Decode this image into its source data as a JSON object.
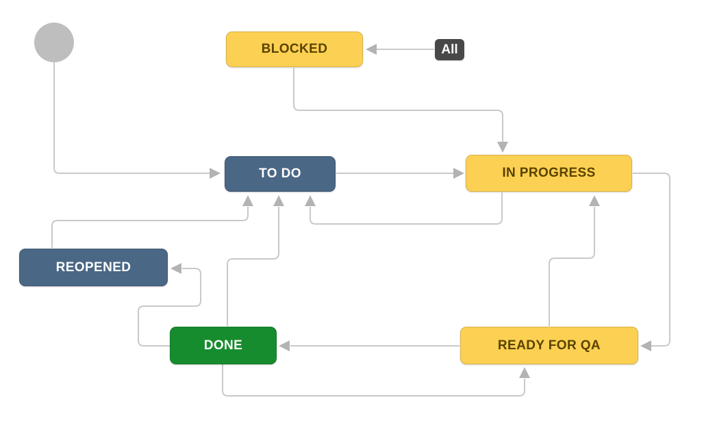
{
  "workflow": {
    "statuses": {
      "blocked": {
        "label": "BLOCKED",
        "fill": "#FCD052",
        "text_color": "#594300"
      },
      "todo": {
        "label": "TO DO",
        "fill": "#4A6785",
        "text_color": "#FFFFFF"
      },
      "in_progress": {
        "label": "IN PROGRESS",
        "fill": "#FCD052",
        "text_color": "#594300"
      },
      "reopened": {
        "label": "REOPENED",
        "fill": "#4A6785",
        "text_color": "#FFFFFF"
      },
      "done": {
        "label": "DONE",
        "fill": "#168C2E",
        "text_color": "#FFFFFF"
      },
      "ready_for_qa": {
        "label": "READY FOR QA",
        "fill": "#FCD052",
        "text_color": "#594300"
      }
    },
    "global_transition_badge": {
      "label": "All",
      "fill": "#484848",
      "text_color": "#FFFFFF"
    },
    "colors": {
      "connector": "#C9C9C9",
      "arrowhead": "#B3B3B3",
      "start_node": "#BEBEBE",
      "background": "#FFFFFF"
    },
    "transitions": [
      {
        "from": "start",
        "to": "todo"
      },
      {
        "from": "all",
        "to": "blocked"
      },
      {
        "from": "blocked",
        "to": "in_progress"
      },
      {
        "from": "todo",
        "to": "in_progress"
      },
      {
        "from": "in_progress",
        "to": "todo"
      },
      {
        "from": "reopened",
        "to": "todo"
      },
      {
        "from": "done",
        "to": "todo"
      },
      {
        "from": "ready_for_qa",
        "to": "in_progress"
      },
      {
        "from": "in_progress",
        "to": "ready_for_qa"
      },
      {
        "from": "ready_for_qa",
        "to": "done"
      },
      {
        "from": "done",
        "to": "reopened"
      },
      {
        "from": "done",
        "to": "ready_for_qa"
      }
    ]
  }
}
